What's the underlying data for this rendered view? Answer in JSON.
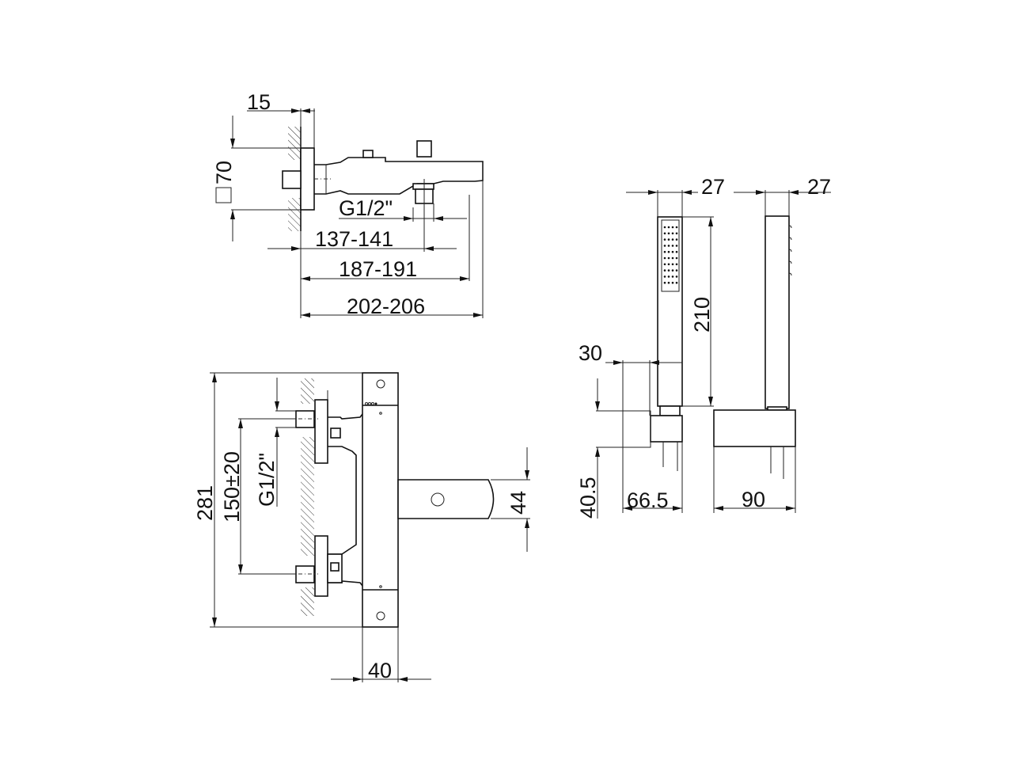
{
  "drawing": {
    "top_view": {
      "dim_plate_depth": "15",
      "dim_plate_size": "70",
      "dim_thread": "G1/2\"",
      "dim_outlet": "137-141",
      "dim_spout_min": "187-191",
      "dim_spout_max": "202-206"
    },
    "front_view": {
      "dim_height": "281",
      "dim_centres": "150±20",
      "dim_thread": "G1/2\"",
      "dim_spout_height": "44",
      "dim_body_width": "40"
    },
    "hand_shower": {
      "dim_width_front": "27",
      "dim_width_side": "27",
      "dim_length": "210",
      "dim_holder_offset": "30",
      "dim_holder_height": "40.5",
      "dim_holder_depth": "66.5",
      "dim_holder_width": "90"
    }
  }
}
